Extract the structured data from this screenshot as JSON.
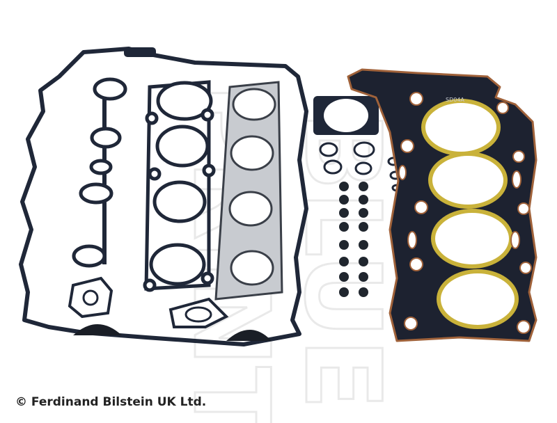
{
  "watermark": {
    "line1": "BLUE",
    "line2": "PRINT"
  },
  "copyright": "© Ferdinand Bilstein UK Ltd.",
  "head_gasket_code": "SD04A",
  "colors": {
    "gasket_dark": "#1f2738",
    "gasket_stroke": "#0d1220",
    "sealant_brown": "#a0623a",
    "fire_ring_yellow": "#c9b23a",
    "metal_gray": "#c8cbd0",
    "watermark_gray": "#e3e3e3"
  }
}
